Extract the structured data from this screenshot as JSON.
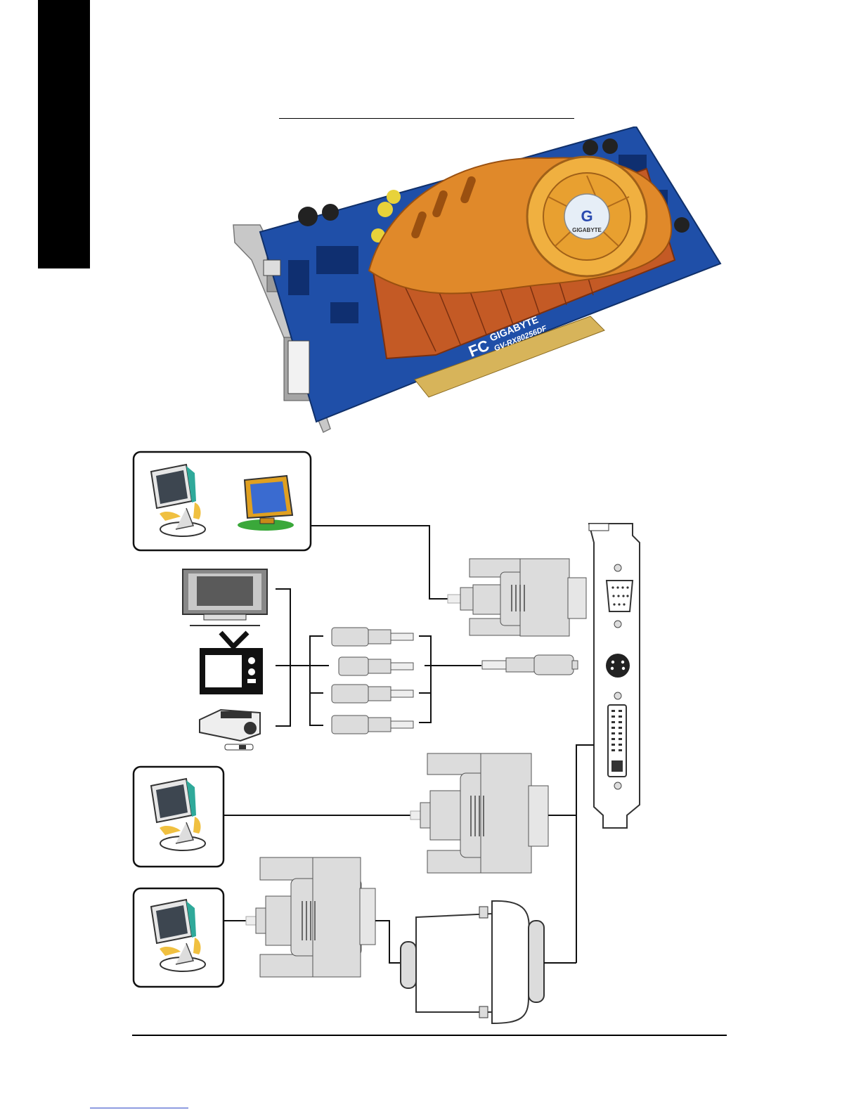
{
  "card": {
    "brand": "GIGABYTE",
    "model": "GV-RX80256DF",
    "fan_logo": "GIGABYTE"
  },
  "icons": {
    "crt_monitor": "crt-monitor-icon",
    "lcd_monitor": "lcd-monitor-icon",
    "flat_tv": "flat-panel-tv-icon",
    "crt_tv": "crt-tv-icon",
    "projector": "projector-icon",
    "vga": "vga-connector-icon",
    "svideo": "svideo-connector-icon",
    "dvi": "dvi-connector-icon",
    "adapter": "dvi-to-vga-adapter-icon"
  },
  "colors": {
    "pcb": "#1f4fa8",
    "heatsink": "#e0892a",
    "fan": "#f0b040",
    "connector_fill": "#dcdcdc",
    "line": "#000000"
  }
}
